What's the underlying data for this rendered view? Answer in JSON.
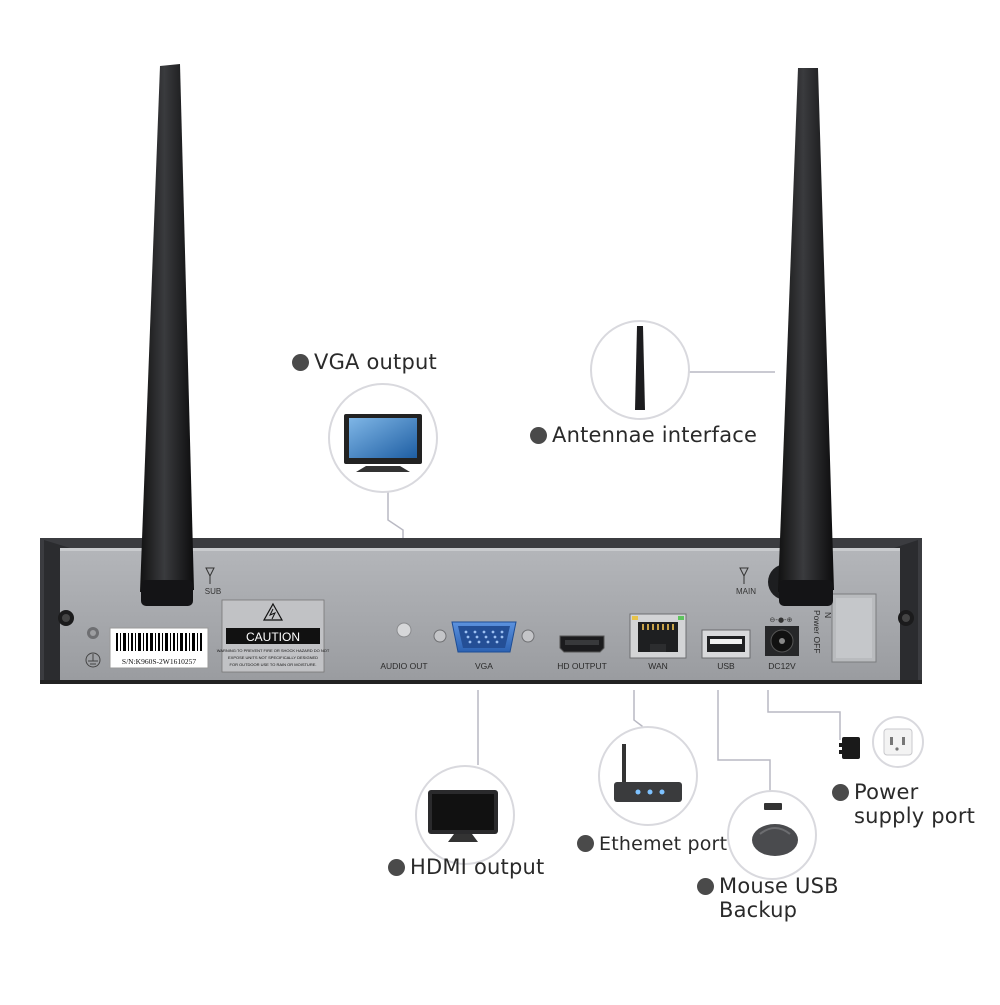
{
  "callouts": {
    "vga": "VGA output",
    "antenna": "Antennae interface",
    "hdmi": "HDMI output",
    "ethernet": "Ethemet port",
    "mouse_line1": "Mouse USB",
    "mouse_line2": "Backup",
    "power_line1": "Power",
    "power_line2": "supply port"
  },
  "panel": {
    "sub_antenna": "SUB",
    "main_antenna": "MAIN",
    "caution": "CAUTION",
    "caution_fine_1": "WARNING:TO PREVENT FIRE OR SHOCK HAZARD DO NOT",
    "caution_fine_2": "EXPOSE UNITS NOT SPECIFICALLY DESIGNED",
    "caution_fine_3": "FOR OUTDOOR USE TO RAIN OR MOISTURE.",
    "serial": "S/N:K960S-2W1610257",
    "audio_out": "AUDIO OUT",
    "vga": "VGA",
    "hd_output": "HD OUTPUT",
    "wan": "WAN",
    "usb": "USB",
    "dc12v": "DC12V",
    "power_switch": "Power OFF",
    "switch_on": "N"
  },
  "colors": {
    "panel": "#a5a7ab",
    "frame": "#3b3c40",
    "vga_port": "#3a74c9",
    "antenna": "#1e1f21",
    "callout_line": "#b9b9c3"
  }
}
